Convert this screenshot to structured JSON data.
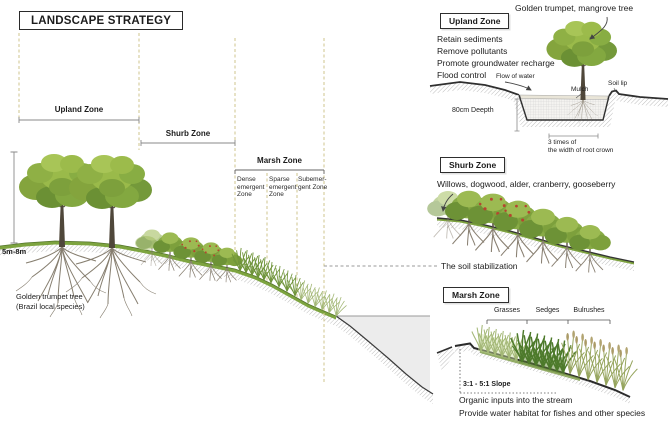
{
  "title": "LANDSCAPE STRATEGY",
  "colors": {
    "guide_dash": "#cfc48e",
    "soil_hatch": "#adadad",
    "grass_green": "#7da23f",
    "canopy_green": "#9aba4a",
    "water_gray": "#ececec",
    "berry_red": "#b64530",
    "ink": "#1c1c1c"
  },
  "main_diagram": {
    "zone_spans": {
      "upland": "Upland Zone",
      "shurb": "Shurb Zone",
      "marsh": "Marsh Zone"
    },
    "marsh_subzones": {
      "dense": "Dense\nemergent\nZone",
      "sparse": "Sparse\nemergent\nZone",
      "submergent": "Subemer-\ngent Zone"
    },
    "height_label": "5m-8m",
    "species_note": "Golden trumpet tree\n(Brazil local species)",
    "soil_note": "The soil stabilization"
  },
  "upland_panel": {
    "tree_caption": "Golden trumpet, mangrove tree",
    "zone_label": "Upland Zone",
    "functions": [
      "Retain sediments",
      "Remove pollutants",
      "Promote groundwater recharge",
      "Flood control"
    ],
    "flow_label": "Flow of water",
    "mulch_label": "Mulch",
    "soil_lip_label": "Soil lip",
    "depth_label": "80cm Deepth",
    "root_crown_label": "3 times of\nthe width of root crown"
  },
  "shurb_panel": {
    "zone_label": "Shurb Zone",
    "species": "Willows,  dogwood, alder, cranberry, gooseberry"
  },
  "marsh_panel": {
    "zone_label": "Marsh Zone",
    "plant_groups": [
      "Grasses",
      "Sedges",
      "Bulrushes"
    ],
    "slope_label": "3:1 - 5:1 Slope",
    "notes": [
      "Organic inputs into the stream",
      "Provide water habitat for fishes and other species"
    ]
  }
}
